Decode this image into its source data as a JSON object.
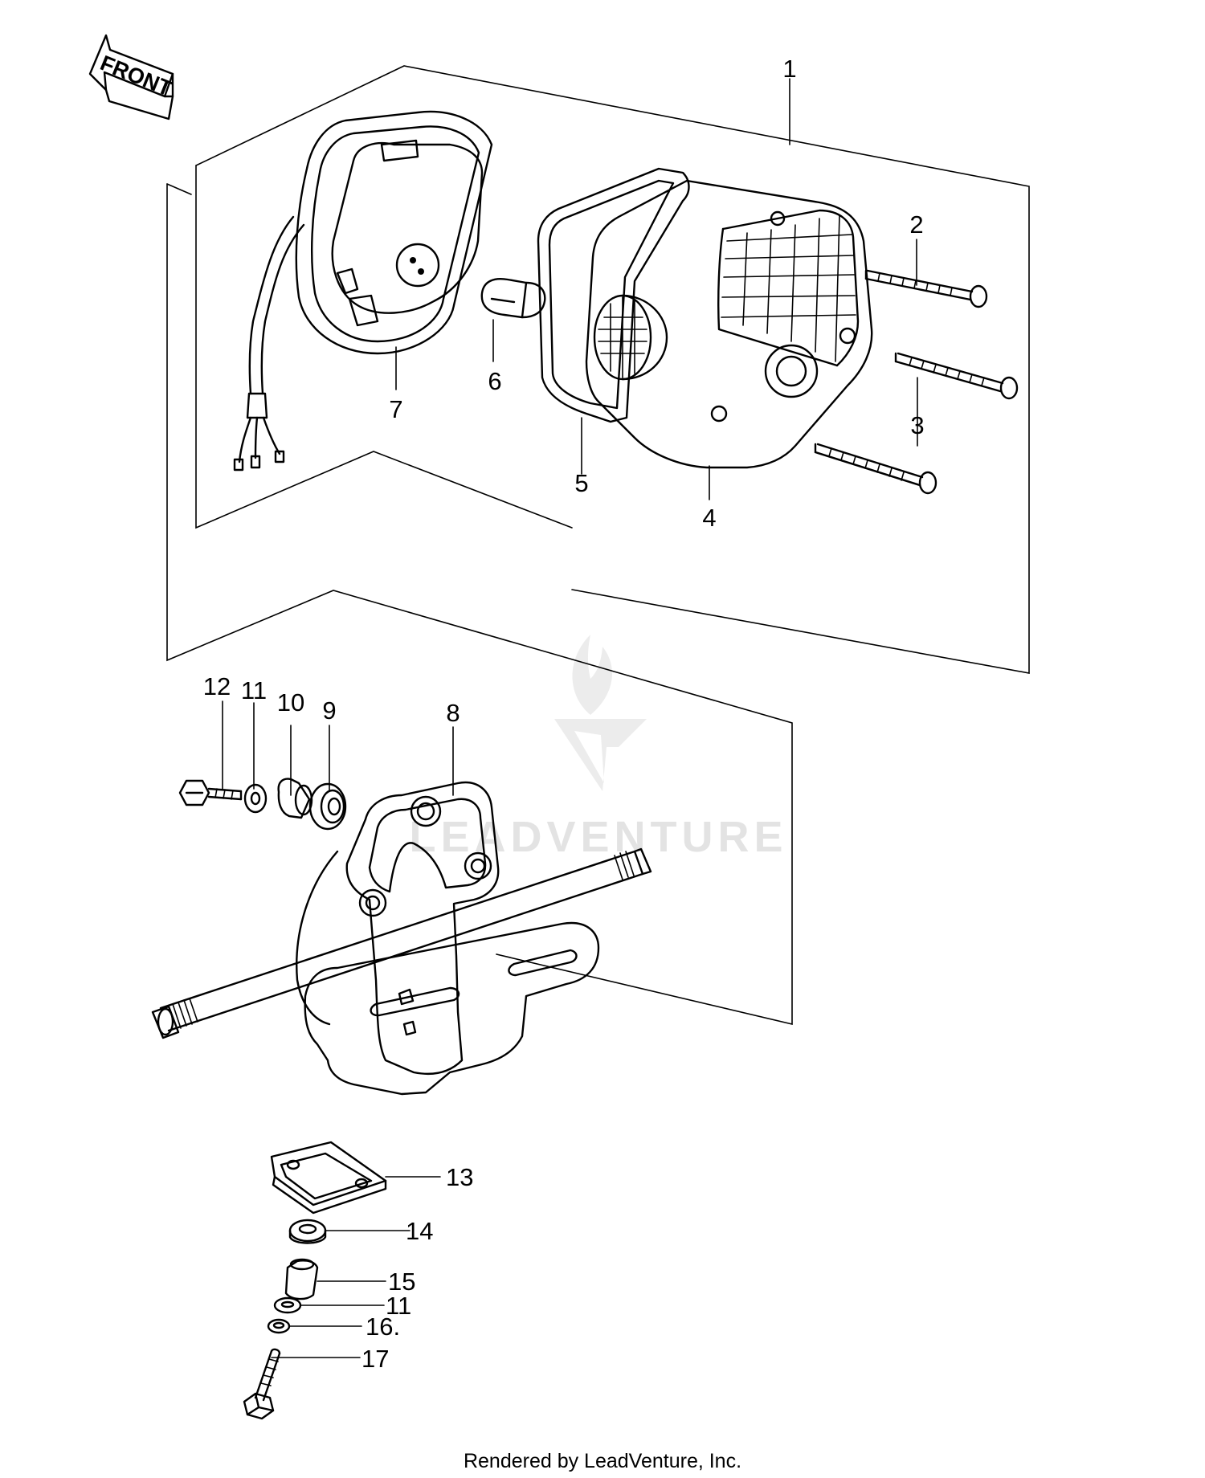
{
  "front_label": "FRONT",
  "watermark": "LEADVENTURE",
  "footer": "Rendered by LeadVenture, Inc.",
  "callouts": [
    "1",
    "2",
    "3",
    "3",
    "4",
    "5",
    "6",
    "7",
    "8",
    "9",
    "10",
    "11",
    "11",
    "12",
    "13",
    "14",
    "15",
    "16.",
    "17"
  ]
}
